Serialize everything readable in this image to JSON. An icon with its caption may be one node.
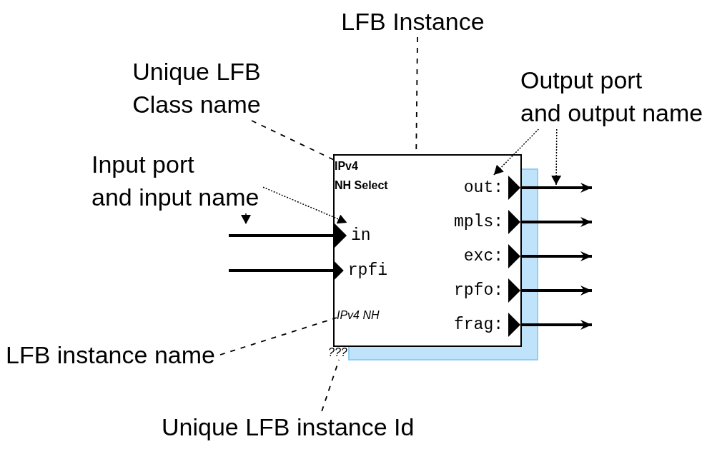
{
  "diagram": {
    "nodes": [
      {
        "text": [
          "LFB Instance"
        ]
      },
      {
        "text": [
          "Unique LFB Class name"
        ]
      },
      {
        "text": [
          "Output port and output name"
        ]
      },
      {
        "text": [
          "Input port and input name"
        ]
      },
      {
        "text": [],
        "shape": "box"
      },
      {
        "text": [
          "IPv4 NH Select"
        ],
        "in": 4
      },
      {
        "text": [
          "out:"
        ],
        "in": 4
      },
      {
        "text": [
          "mpls:"
        ],
        "in": 4
      },
      {
        "text": [
          "in"
        ],
        "in": 4
      },
      {
        "text": [
          "exc:"
        ],
        "in": 4
      },
      {
        "text": [
          "rpfi"
        ],
        "in": 4
      },
      {
        "text": [
          "rpfo:"
        ],
        "in": 4
      },
      {
        "text": [
          "IPv4 NH"
        ],
        "in": 4
      },
      {
        "text": [
          "frag:"
        ],
        "in": 4
      },
      {
        "text": [
          "LFB instance name"
        ]
      },
      {
        "text": [
          "???"
        ]
      },
      {
        "text": [
          "Unique LFB instance Id"
        ]
      }
    ],
    "edges": [
      {
        "from": 0,
        "to": 4,
        "arrow": "none",
        "style": "dashed"
      },
      {
        "from": 1,
        "to": 5,
        "arrow": "none",
        "style": "dashed"
      },
      {
        "from": 2,
        "to": 6,
        "arrow": "to",
        "style": "dashed"
      },
      {
        "from": 2,
        "to": null,
        "arrow": "to",
        "style": "dashed"
      },
      {
        "from": 3,
        "to": 8,
        "arrow": "to",
        "style": "dashed"
      },
      {
        "from": 3,
        "to": null,
        "arrow": "to",
        "style": "dashed"
      },
      {
        "from": null,
        "to": 8,
        "arrow": "none",
        "style": "thick"
      },
      {
        "from": null,
        "to": 10,
        "arrow": "none",
        "style": "thick"
      },
      {
        "from": 6,
        "to": null,
        "arrow": "to",
        "style": "thick"
      },
      {
        "from": 7,
        "to": null,
        "arrow": "to",
        "style": "thick"
      },
      {
        "from": 9,
        "to": null,
        "arrow": "to",
        "style": "thick"
      },
      {
        "from": 11,
        "to": null,
        "arrow": "to",
        "style": "thick"
      },
      {
        "from": 13,
        "to": null,
        "arrow": "to",
        "style": "thick"
      },
      {
        "from": 14,
        "to": 12,
        "arrow": "none",
        "style": "dashed"
      },
      {
        "from": 16,
        "to": 15,
        "arrow": "none",
        "style": "dashed"
      }
    ]
  }
}
